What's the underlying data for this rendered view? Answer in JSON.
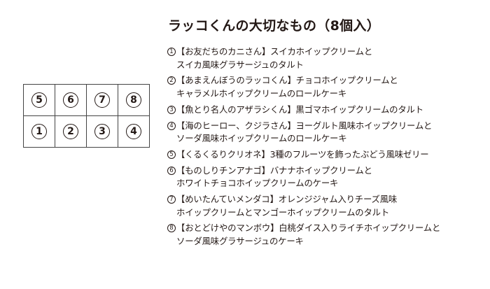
{
  "title": "ラッコくんの大切なもの（8個入）",
  "grid": {
    "top_row": [
      "5",
      "6",
      "7",
      "8"
    ],
    "bottom_row": [
      "1",
      "2",
      "3",
      "4"
    ]
  },
  "items": [
    {
      "number": "1",
      "lines": [
        "【お友だちのカニさん】スイカホイップクリームと",
        "スイカ風味グラサージュのタルト"
      ]
    },
    {
      "number": "2",
      "lines": [
        "【あまえんぼうのラッコくん】チョコホイップクリームと",
        "キャラメルホイップクリームのロールケーキ"
      ]
    },
    {
      "number": "3",
      "lines": [
        "【魚とり名人のアザラシくん】黒ゴマホイップクリームのタルト"
      ]
    },
    {
      "number": "4",
      "lines": [
        "【海のヒーロー、クジラさん】ヨーグルト風味ホイップクリームと",
        "ソーダ風味ホイップクリームのロールケーキ"
      ]
    },
    {
      "number": "5",
      "lines": [
        "【くるくるりクリオネ】3種のフルーツを飾ったぶどう風味ゼリー"
      ]
    },
    {
      "number": "6",
      "lines": [
        "【ものしりチンアナゴ】バナナホイップクリームと",
        "ホワイトチョコホイップクリームのケーキ"
      ]
    },
    {
      "number": "7",
      "lines": [
        "【めいたんていメンダコ】オレンジジャム入りチーズ風味",
        "ホイップクリームとマンゴーホイップクリームのタルト"
      ]
    },
    {
      "number": "8",
      "lines": [
        "【おとどけやのマンボウ】白桃ダイス入りライチホイップクリームと",
        "ソーダ風味グラサージュのケーキ"
      ]
    }
  ]
}
